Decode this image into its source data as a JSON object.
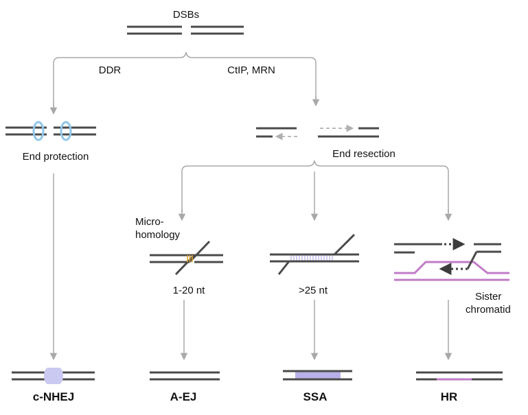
{
  "labels": {
    "top": "DSBs",
    "left_branch": "DDR",
    "right_branch": "CtIP, MRN",
    "end_protection": "End protection",
    "end_resection": "End resection",
    "microhomology_line1": "Micro-",
    "microhomology_line2": "homology",
    "aej_length": "1-20 nt",
    "ssa_length": ">25 nt",
    "sister_line1": "Sister",
    "sister_line2": "chromatid"
  },
  "outcomes": [
    "c-NHEJ",
    "A-EJ",
    "SSA",
    "HR"
  ],
  "colors": {
    "dna": "#4a4a4a",
    "arrow": "#a8a8a8",
    "ku_ring": "#8fc6ea",
    "nhej_complex": "#c9c9f2",
    "microhomology": "#e0a526",
    "ssa_annealing": "#b7b0e8",
    "sister": "#c07bc7",
    "new_synthesis": "#3c3c3c",
    "resected_strand": "#b0b0b0"
  }
}
